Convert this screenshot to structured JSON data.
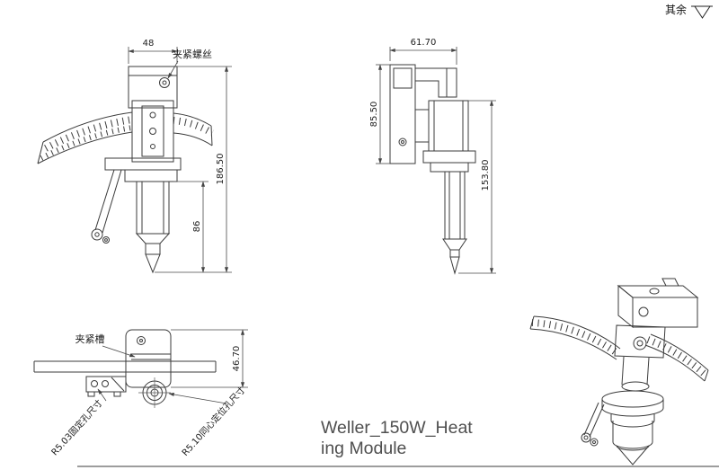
{
  "drawing": {
    "corner_note": {
      "label": "其余"
    },
    "title": {
      "line1": "Weller_150W_Heat",
      "line2": "ing Module"
    },
    "front_view": {
      "clamp_screw_label": "夹紧螺丝",
      "dim_width": "48",
      "dim_total_height": "186.50",
      "dim_heater_height": "86"
    },
    "side_view": {
      "dim_width": "61.70",
      "dim_body_height": "85.50",
      "dim_total_height": "153.80"
    },
    "top_view": {
      "clamp_slot_label": "夹紧槽",
      "dim_height": "46.70",
      "fixing_hole_label": "R5.03固定孔尺寸",
      "locating_hole_label": "R5.10同心定位孔尺寸"
    },
    "colors": {
      "line": "#3b3b3b",
      "dimension": "#4a4a4a",
      "title_text": "#4f4f4f"
    }
  }
}
